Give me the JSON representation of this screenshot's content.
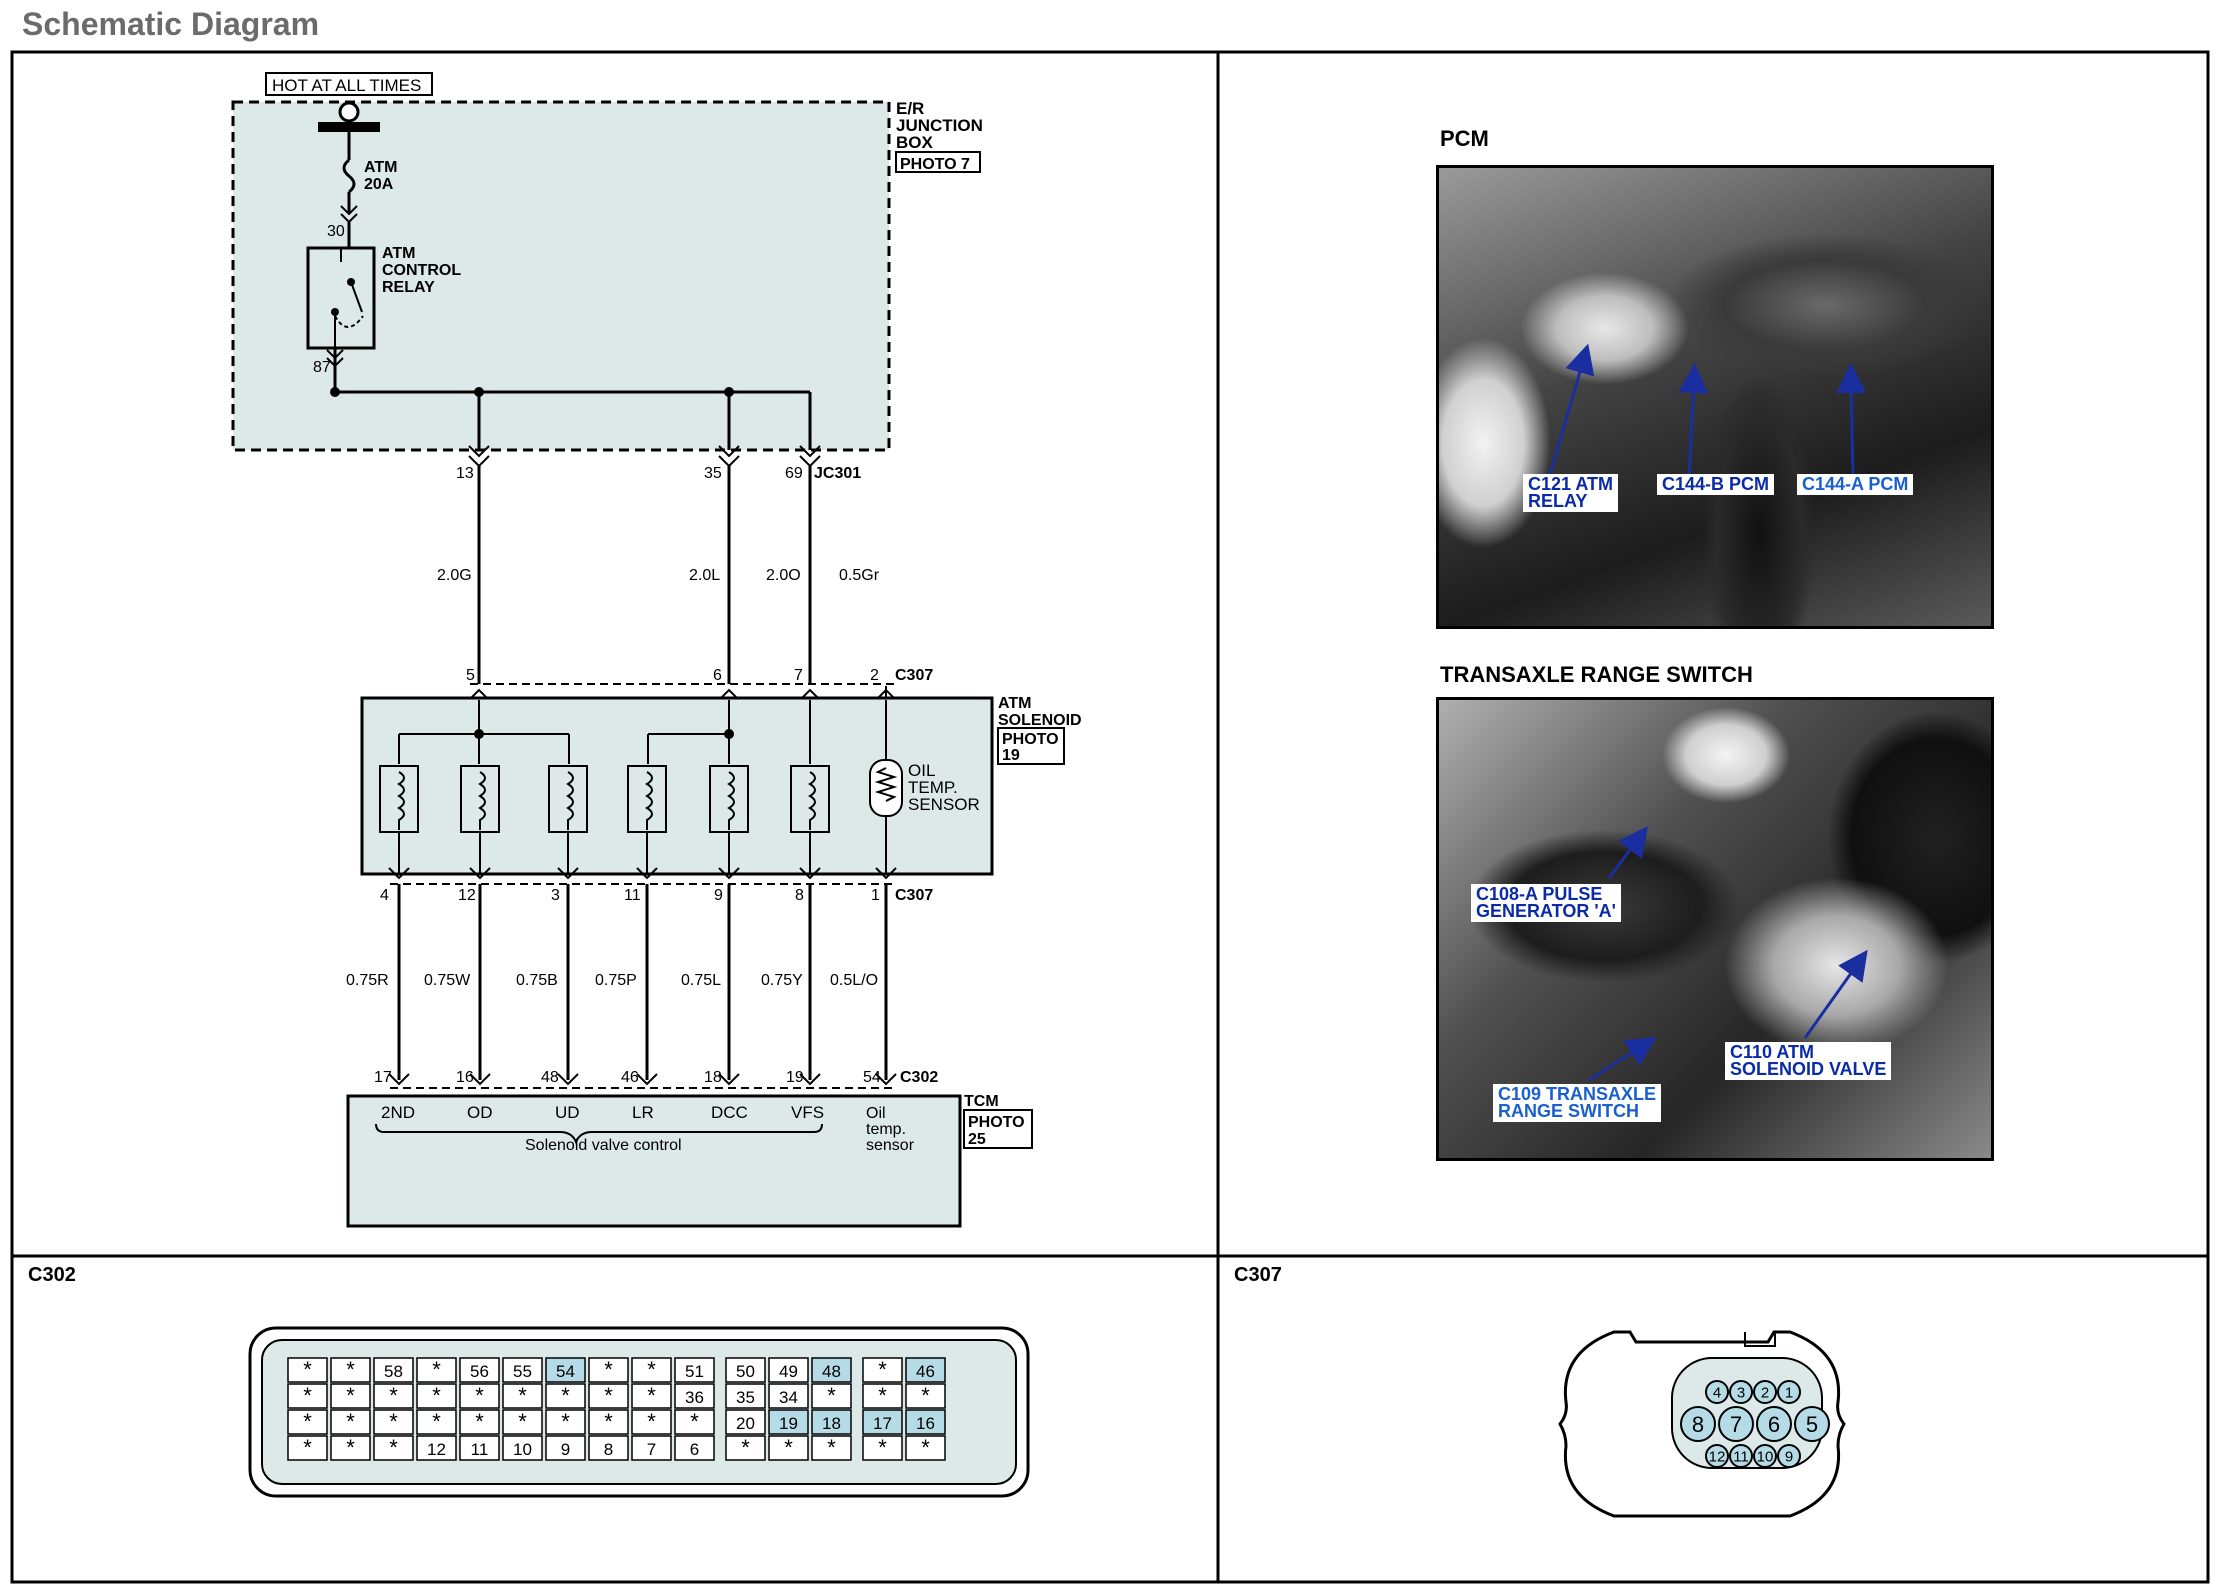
{
  "title": "Schematic Diagram",
  "schematic": {
    "hot_label": "HOT AT ALL TIMES",
    "junction_box": {
      "name_lines": [
        "E/R",
        "JUNCTION",
        "BOX"
      ],
      "photo": "PHOTO 7"
    },
    "fuse": {
      "name": "ATM",
      "rating": "20A"
    },
    "relay": {
      "name_lines": [
        "ATM",
        "CONTROL",
        "RELAY"
      ],
      "pin_in": "30",
      "pin_out": "87"
    },
    "jb_pins": [
      "13",
      "35",
      "69"
    ],
    "jb_connector": "JC301",
    "upper_wires": [
      "2.0G",
      "2.0L",
      "2.0O",
      "0.5Gr"
    ],
    "c307_top_pins": [
      "5",
      "6",
      "7",
      "2"
    ],
    "c307_label": "C307",
    "solenoid_block": {
      "name_lines": [
        "ATM",
        "SOLENOID"
      ],
      "photo_lines": [
        "PHOTO",
        "19"
      ],
      "sensor_lines": [
        "OIL",
        "TEMP.",
        "SENSOR"
      ]
    },
    "c307_bottom_pins": [
      "4",
      "12",
      "3",
      "11",
      "9",
      "8",
      "1"
    ],
    "lower_wires": [
      "0.75R",
      "0.75W",
      "0.75B",
      "0.75P",
      "0.75L",
      "0.75Y",
      "0.5L/O"
    ],
    "c302_pins": [
      "17",
      "16",
      "48",
      "46",
      "18",
      "19",
      "54"
    ],
    "c302_label": "C302",
    "tcm": {
      "name": "TCM",
      "photo_lines": [
        "PHOTO",
        "25"
      ],
      "terminals": [
        "2ND",
        "OD",
        "UD",
        "LR",
        "DCC",
        "VFS"
      ],
      "sensor_lines": [
        "Oil",
        "temp.",
        "sensor"
      ],
      "group_label": "Solenoid valve control"
    }
  },
  "photos": {
    "pcm": {
      "title": "PCM",
      "callouts": [
        "C121 ATM\nRELAY",
        "C144-B PCM",
        "C144-A PCM"
      ]
    },
    "trs": {
      "title": "TRANSAXLE RANGE SWITCH",
      "callouts": [
        "C108-A PULSE\nGENERATOR 'A'",
        "C110 ATM\nSOLENOID VALVE",
        "C109 TRANSAXLE\nRANGE SWITCH"
      ]
    }
  },
  "c302_connector": {
    "title": "C302",
    "rows": [
      [
        "*",
        "*",
        "58",
        "*",
        "56",
        "55",
        "54",
        "*",
        "*",
        "51",
        "50",
        "49",
        "48",
        "*",
        "46"
      ],
      [
        "*",
        "*",
        "*",
        "*",
        "*",
        "*",
        "*",
        "*",
        "*",
        "36",
        "35",
        "34",
        "*",
        "*",
        "*"
      ],
      [
        "*",
        "*",
        "*",
        "*",
        "*",
        "*",
        "*",
        "*",
        "*",
        "*",
        "20",
        "19",
        "18",
        "17",
        "16"
      ],
      [
        "*",
        "*",
        "*",
        "12",
        "11",
        "10",
        "9",
        "8",
        "7",
        "6",
        "*",
        "*",
        "*",
        "*",
        "*"
      ]
    ],
    "highlighted": [
      "54",
      "48",
      "46",
      "19",
      "18",
      "17",
      "16"
    ],
    "highlight_color": "#b5dbe6"
  },
  "c307_connector": {
    "title": "C307",
    "top_row": [
      "4",
      "3",
      "2",
      "1"
    ],
    "mid_row": [
      "8",
      "7",
      "6",
      "5"
    ],
    "bottom_row": [
      "12",
      "11",
      "10",
      "9"
    ],
    "highlighted": [
      "8",
      "7",
      "6",
      "5",
      "4",
      "3",
      "2",
      "1",
      "12",
      "11",
      "10",
      "9"
    ]
  },
  "colors": {
    "panel_fill": "#dde8e8",
    "photo_callout": "#0a2aa8",
    "highlight": "#b5dbe6"
  }
}
